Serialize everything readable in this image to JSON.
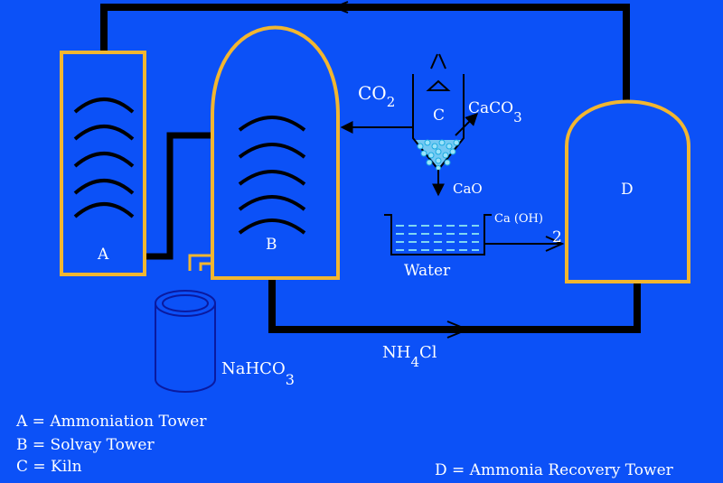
{
  "diagram": {
    "units": {
      "a": {
        "letter": "A"
      },
      "b": {
        "letter": "B"
      },
      "c": {
        "letter": "C"
      },
      "d": {
        "letter": "D"
      }
    },
    "streams": {
      "co2": {
        "base": "CO",
        "sub": "2"
      },
      "caco3": {
        "base": "CaCO",
        "sub": "3"
      },
      "cao": {
        "text": "CaO"
      },
      "water": {
        "text": "Water"
      },
      "caoh2": {
        "base": "Ca (OH)",
        "sub": "2"
      },
      "nh4cl": {
        "pre": "NH",
        "sub": "4",
        "post": "Cl"
      },
      "nahco3": {
        "base": "NaHCO",
        "sub": "3"
      }
    },
    "legend": {
      "a": "A = Ammoniation Tower",
      "b": "B = Solvay Tower",
      "c": "C = Kiln",
      "d": "D = Ammonia Recovery Tower"
    },
    "colors": {
      "background": "#0c51f7",
      "vessel_outline": "#f2b630",
      "pipe": "#000000",
      "text": "#ffffff",
      "kiln_solid": "#7fd6f2",
      "cylinder_outline": "#0a1aa0"
    }
  }
}
